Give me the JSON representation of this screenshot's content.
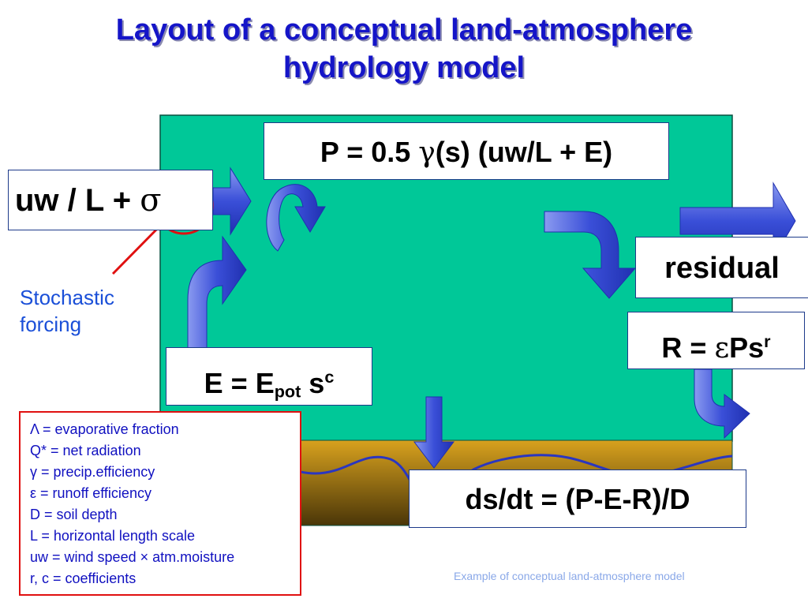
{
  "title": {
    "line1": "Layout of a conceptual land-atmosphere",
    "line2": "hydrology model"
  },
  "equations": {
    "precip_prefix": "P = 0.5 ",
    "precip_greek": "γ",
    "precip_suffix": "(s) (uw/L + E)",
    "forcing_prefix": "uw / L + ",
    "forcing_greek": "σ",
    "residual": "residual",
    "runoff_prefix": "R = ",
    "runoff_greek": "ε",
    "runoff_base": "Ps",
    "runoff_exp": "r",
    "evap_prefix": "E = E",
    "evap_sub": "pot",
    "evap_base": " s",
    "evap_exp": "c",
    "soil": "ds/dt = (P-E-R)/D"
  },
  "annotation": {
    "line1": "Stochastic",
    "line2": "forcing"
  },
  "legend": [
    "Λ = evaporative fraction",
    "Q* = net radiation",
    "γ = precip.efficiency",
    "ε = runoff efficiency",
    "D = soil depth",
    "L = horizontal length scale",
    "uw = wind speed × atm.moisture",
    "r, c = coefficients"
  ],
  "caption": "Example of conceptual land-atmosphere model",
  "colors": {
    "atmosphere": "#00c898",
    "soil": "#c08e1a",
    "arrow": "#3a4fd8",
    "title": "#1515c8",
    "highlight": "#e01010",
    "soil_line": "#2a36c0"
  }
}
